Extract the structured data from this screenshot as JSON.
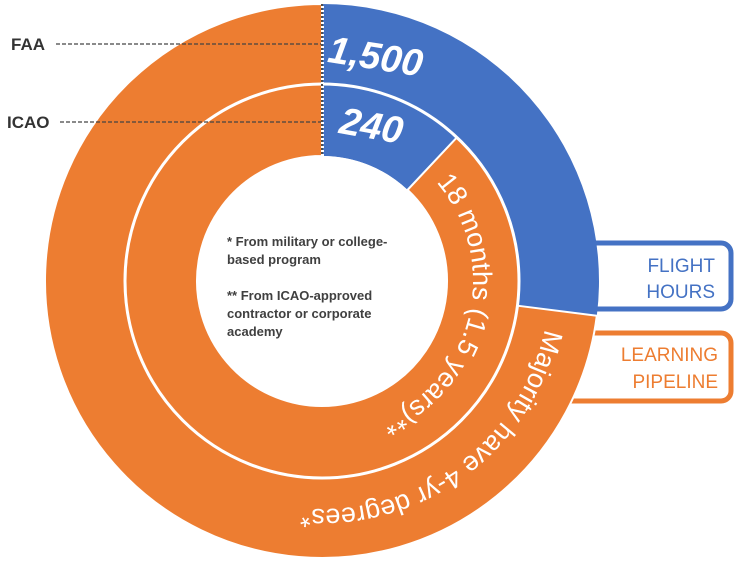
{
  "chart_data": {
    "type": "nested-donut",
    "title": "",
    "rings": [
      {
        "name": "FAA",
        "level": "outer",
        "segments": [
          {
            "label": "1,500",
            "category": "Flight Hours",
            "fraction": 0.27
          },
          {
            "label": "Majority have 4-yr degrees*",
            "category": "Learning Pipeline",
            "fraction": 0.73
          }
        ]
      },
      {
        "name": "ICAO",
        "level": "inner",
        "segments": [
          {
            "label": "240",
            "category": "Flight Hours",
            "fraction": 0.12
          },
          {
            "label": "18 months (1.5 years)**",
            "category": "Learning Pipeline",
            "fraction": 0.88
          }
        ]
      }
    ],
    "legend": [
      {
        "label_lines": [
          "FLIGHT",
          "HOURS"
        ],
        "color": "#4472C4"
      },
      {
        "label_lines": [
          "LEARNING",
          "PIPELINE"
        ],
        "color": "#ED7D31"
      }
    ],
    "legend_placement": "right",
    "notes": [
      {
        "lines": [
          "* From military or college-",
          "based program"
        ]
      },
      {
        "lines": [
          "** From ICAO-approved",
          "contractor or corporate",
          "academy"
        ]
      }
    ]
  },
  "labels": {
    "faa": "FAA",
    "icao": "ICAO",
    "faa_value": "1,500",
    "icao_value": "240",
    "outer_pipeline": "Majority have 4-yr degrees*",
    "inner_pipeline": "18 months (1.5 years)**"
  },
  "colors": {
    "flight_hours": "#4472C4",
    "learning_pipeline": "#ED7D31",
    "label_text": "#333333",
    "note_text": "#404040"
  }
}
